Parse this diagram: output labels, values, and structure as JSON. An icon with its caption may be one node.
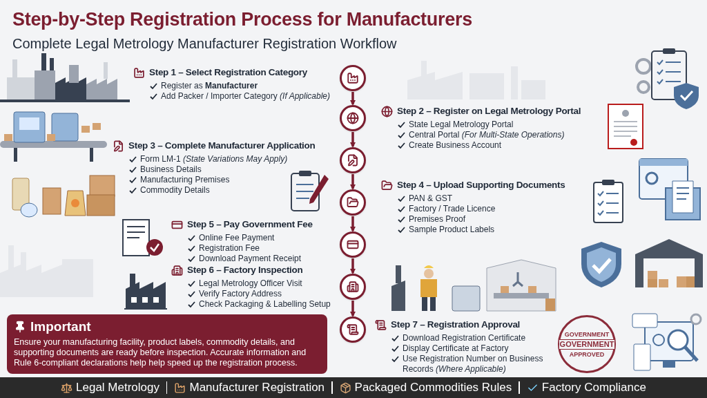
{
  "diagram": {
    "title": "Step-by-Step Registration Process for Manufacturers",
    "nodes": [
      {
        "text": [],
        "shape": "circle"
      },
      {
        "text": [],
        "shape": "circle"
      },
      {
        "text": [],
        "shape": "circle"
      },
      {
        "text": [],
        "shape": "circle"
      },
      {
        "text": [],
        "shape": "circle"
      },
      {
        "text": [],
        "shape": "circle"
      },
      {
        "text": [],
        "shape": "circle"
      },
      {
        "text": [
          "Step 1 – Select Registration Category",
          "Register as **Manufacturer**",
          "Add Packer / Importer Category *(If Applicable)*"
        ]
      },
      {
        "text": [
          "Step 2 – Register on Legal Metrology Portal",
          "State Legal Metrology Portal",
          "Central Portal *(For Multi-State Operations)*",
          "Create Business Account"
        ]
      },
      {
        "text": [
          "Step 3 – Complete Manufacturer Application",
          "Form LM-1 *(State Variations May Apply)*",
          "Business Details",
          "Manufacturing Premises",
          "Commodity Details"
        ]
      },
      {
        "text": [
          "Step 4 – Upload Supporting Documents",
          "PAN & GST",
          "Factory / Trade Licence",
          "Premises Proof",
          "Sample Product Labels"
        ]
      },
      {
        "text": [
          "Step 5 – Pay Government Fee",
          "Online Fee Payment",
          "Registration Fee",
          "Download Payment Receipt"
        ]
      },
      {
        "text": [
          "Step 6 – Factory Inspection",
          "Legal Metrology Officer Visit",
          "Verify Factory Address",
          "Check Packaging & Labelling Setup"
        ]
      },
      {
        "text": [
          "Step 7 – Registration Approval",
          "Download Registration Certificate",
          "Display Certificate at Factory",
          "Use Registration Number on Business Records *(Where Applicable)*"
        ]
      },
      {
        "text": [
          "Important",
          "Ensure your manufacturing facility, product labels, commodity details, and supporting documents are ready before inspection. Accurate information and Rule 6-compliant declarations help help speed up the registration process."
        ]
      }
    ],
    "edges": [
      {
        "from": 0,
        "to": 1,
        "arrow": "to"
      },
      {
        "from": 1,
        "to": 2,
        "arrow": "to"
      },
      {
        "from": 2,
        "to": 3,
        "arrow": "to"
      },
      {
        "from": 3,
        "to": 4,
        "arrow": "to"
      },
      {
        "from": 4,
        "to": 5,
        "arrow": "to"
      },
      {
        "from": 5,
        "to": 6,
        "arrow": "to"
      }
    ],
    "labels": [
      "Complete Legal Metrology Manufacturer Registration Workflow",
      "GOVERNMENT",
      "GOVERNMENT",
      "APPROVED",
      "Legal Metrology",
      "Manufacturer Registration",
      "Packaged Commodities Rules",
      "Factory Compliance"
    ]
  }
}
